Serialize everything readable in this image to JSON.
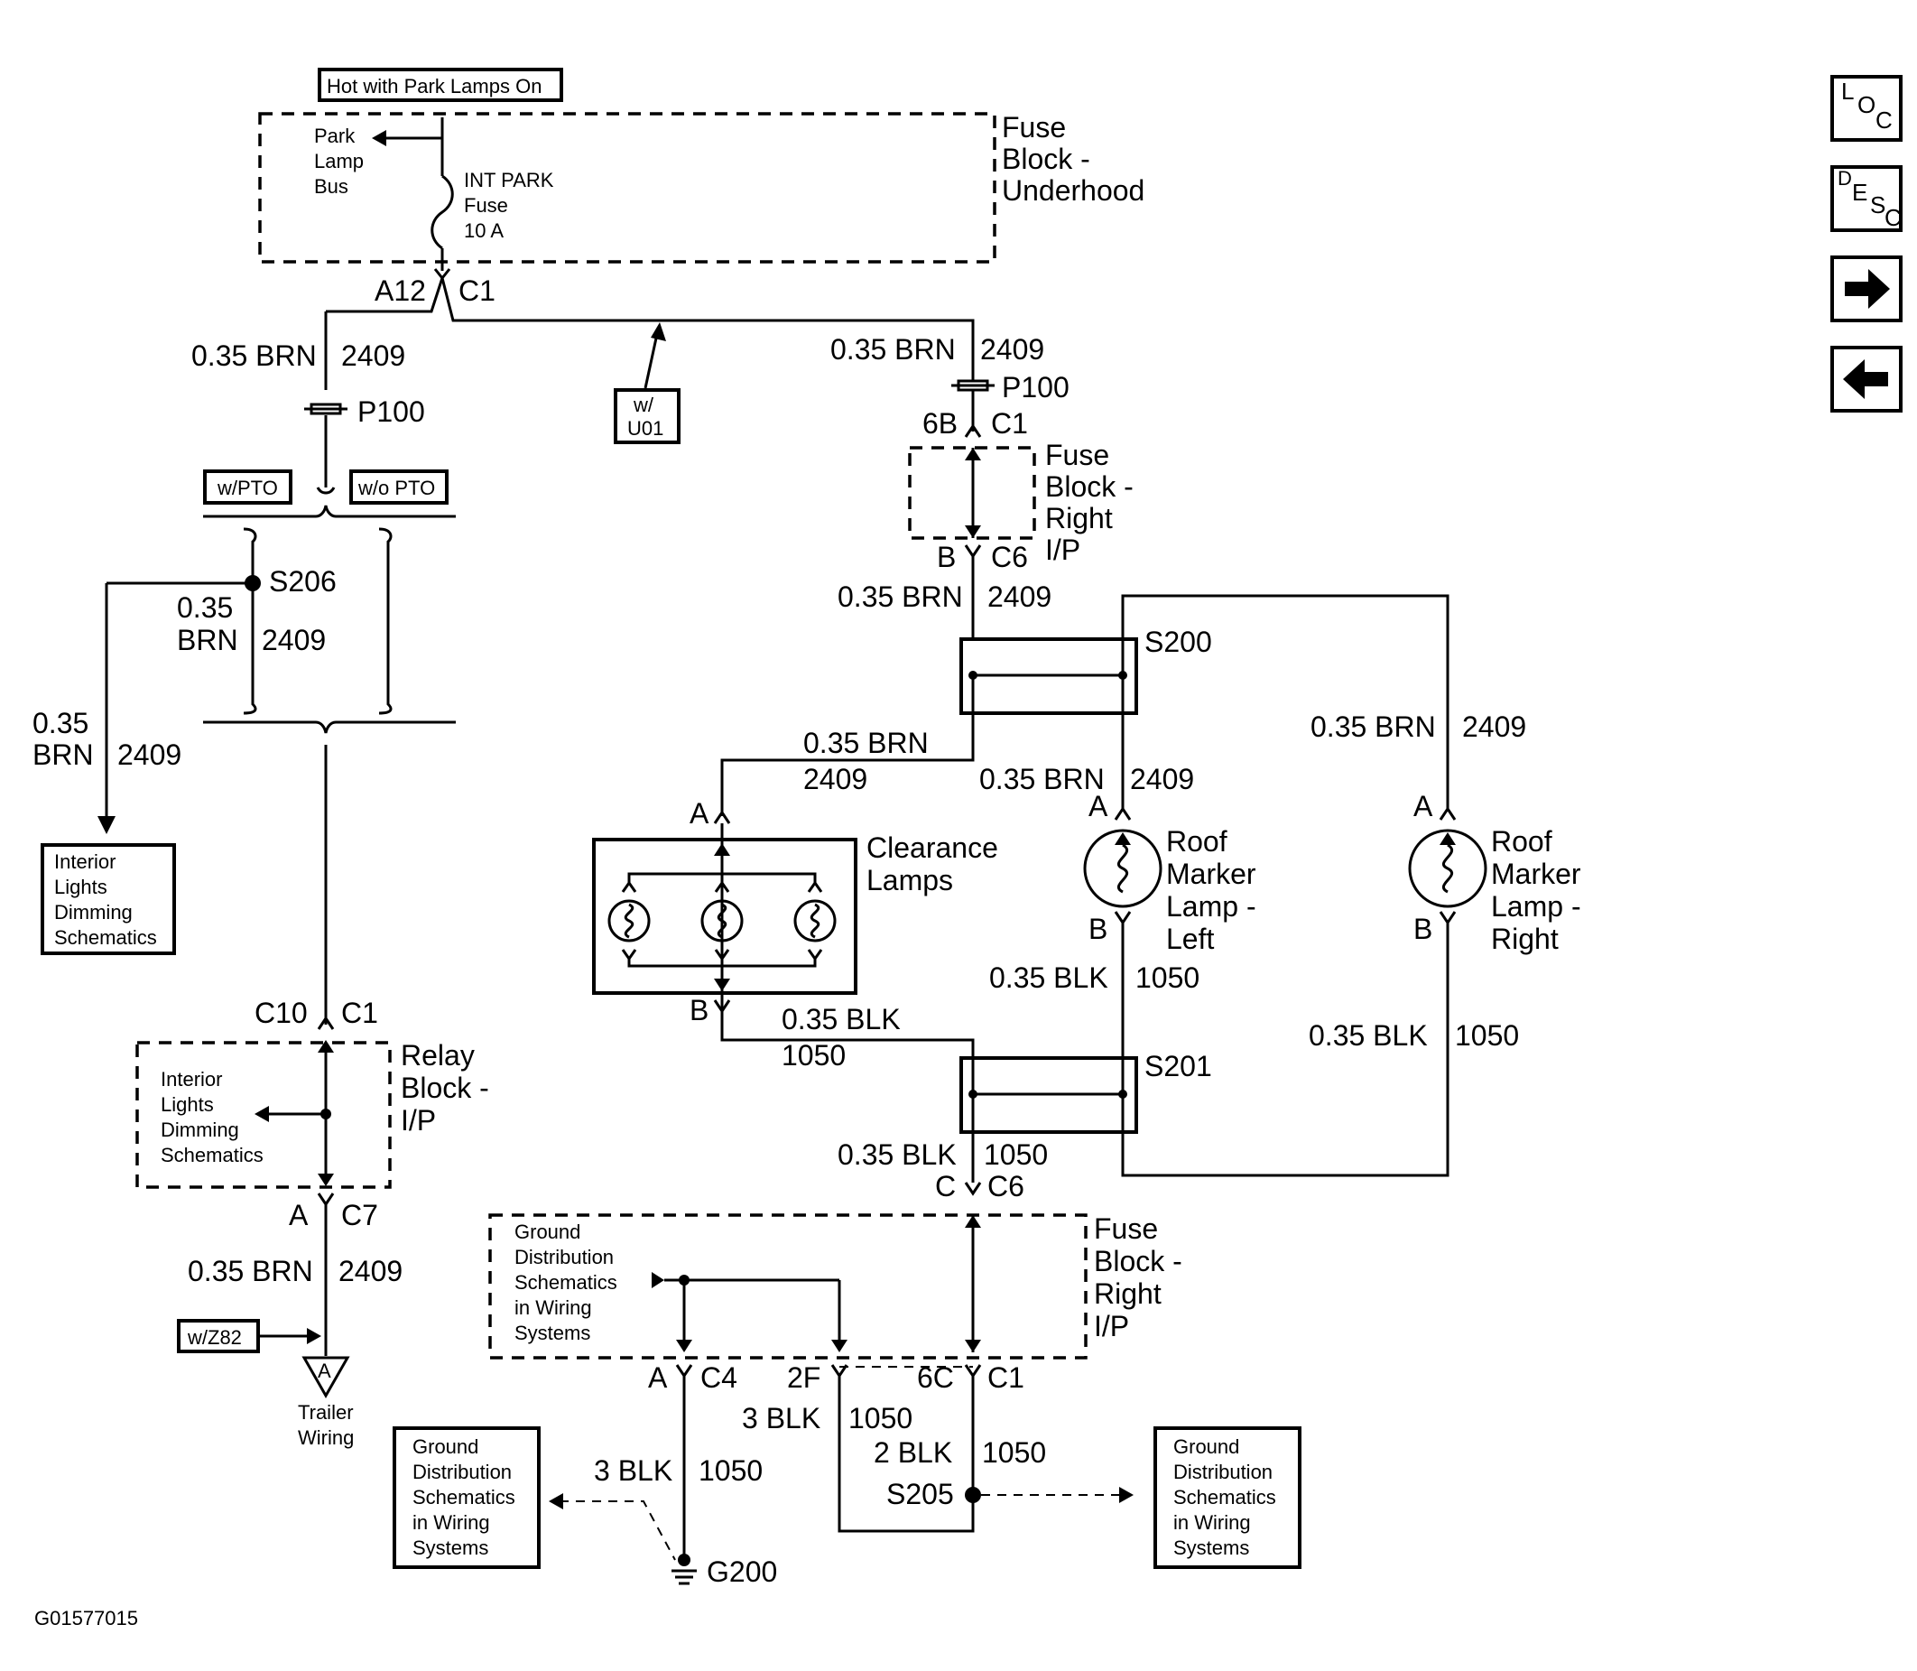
{
  "figure_id": "G01577015",
  "nav": {
    "loc": [
      "L",
      "O",
      "C"
    ],
    "desc": [
      "D",
      "E",
      "S",
      "C"
    ],
    "next_icon": "arrow-right-icon",
    "prev_icon": "arrow-left-icon"
  },
  "header": {
    "hot_label": "Hot with Park Lamps On"
  },
  "fuse_block_underhood": {
    "title": [
      "Fuse",
      "Block -",
      "Underhood"
    ],
    "park_bus": [
      "Park",
      "Lamp",
      "Bus"
    ],
    "fuse": [
      "INT PARK",
      "Fuse",
      "10 A"
    ],
    "conn_left": "A12",
    "conn_right": "C1"
  },
  "wires": {
    "brn_gauge": "0.35 BRN",
    "brn_circuit": "2409",
    "brn_gauge_split": [
      "0.35",
      "BRN"
    ],
    "blk_gauge": "0.35 BLK",
    "blk_circuit": "1050",
    "blk3": "3 BLK",
    "blk2": "2 BLK"
  },
  "options": {
    "u01": [
      "w/",
      "U01"
    ],
    "pto": "w/PTO",
    "no_pto": "w/o PTO",
    "z82": "w/Z82"
  },
  "passthrough": {
    "p100": "P100"
  },
  "splices": {
    "s206": "S206",
    "s200": "S200",
    "s201": "S201",
    "s205": "S205"
  },
  "ground": "G200",
  "interior_dimming": [
    "Interior",
    "Lights",
    "Dimming",
    "Schematics"
  ],
  "relay_block": {
    "title": [
      "Relay",
      "Block -",
      "I/P"
    ],
    "top_left": "C10",
    "top_right": "C1",
    "bot_left": "A",
    "bot_right": "C7"
  },
  "trailer": {
    "symbol": "A",
    "label": [
      "Trailer",
      "Wiring"
    ]
  },
  "fuse_block_right_top": {
    "title": [
      "Fuse",
      "Block -",
      "Right",
      "I/P"
    ],
    "top_left": "6B",
    "top_right": "C1",
    "bot_left": "B",
    "bot_right": "C6"
  },
  "clearance": {
    "title": [
      "Clearance",
      "Lamps"
    ],
    "pin_a": "A",
    "pin_b": "B"
  },
  "roof_left": {
    "title": [
      "Roof",
      "Marker",
      "Lamp -",
      "Left"
    ],
    "pin_a": "A",
    "pin_b": "B"
  },
  "roof_right": {
    "title": [
      "Roof",
      "Marker",
      "Lamp -",
      "Right"
    ],
    "pin_a": "A",
    "pin_b": "B"
  },
  "fuse_block_right_bottom": {
    "title": [
      "Fuse",
      "Block -",
      "Right",
      "I/P"
    ],
    "top_left": "C",
    "top_right": "C6",
    "c4_pin": "A",
    "c4": "C4",
    "pin_2f": "2F",
    "pin_6c": "6C",
    "c1": "C1"
  },
  "ground_dist": [
    "Ground",
    "Distribution",
    "Schematics",
    "in Wiring",
    "Systems"
  ]
}
